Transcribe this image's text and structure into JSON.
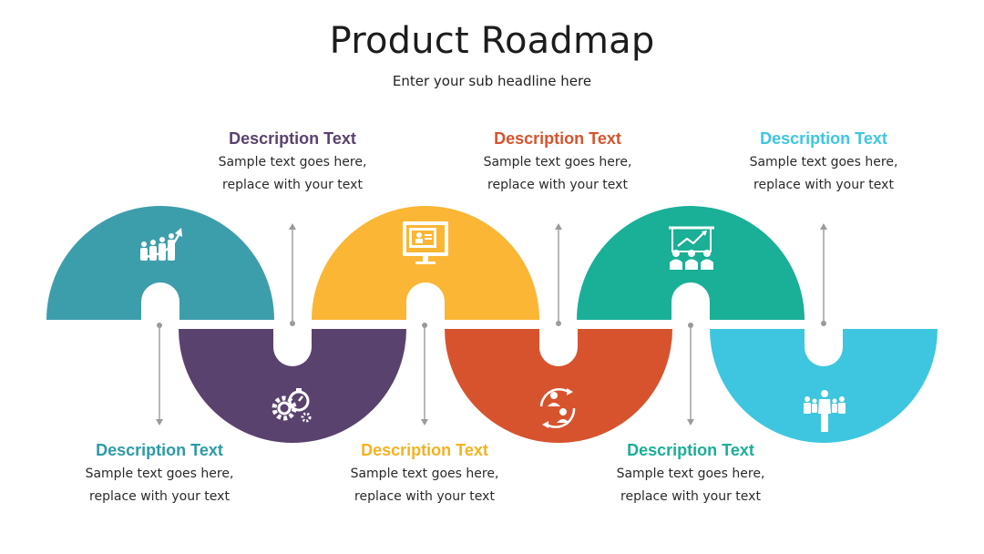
{
  "title": "Product Roadmap",
  "subtitle": "Enter your sub headline here",
  "colors": {
    "teal": "#3d9eab",
    "purple": "#5a426f",
    "yellow": "#fbb635",
    "orange": "#d7532d",
    "green": "#1aaf97",
    "cyan": "#3ec6e0",
    "line": "#9a9a9a"
  },
  "steps": [
    {
      "head": "Description Text",
      "line1": "Sample text goes here,",
      "line2": "replace with your text",
      "color": "#2d9aa7",
      "icon": "growth-chart-icon"
    },
    {
      "head": "Description Text",
      "line1": "Sample text goes here,",
      "line2": "replace with your text",
      "color": "#5a426f",
      "icon": "gears-stopwatch-icon"
    },
    {
      "head": "Description Text",
      "line1": "Sample text goes here,",
      "line2": "replace with your text",
      "color": "#f5b21f",
      "icon": "monitor-profile-icon"
    },
    {
      "head": "Description Text",
      "line1": "Sample text goes here,",
      "line2": "replace with your text",
      "color": "#d7532d",
      "icon": "user-exchange-icon"
    },
    {
      "head": "Description Text",
      "line1": "Sample text goes here,",
      "line2": "replace with your text",
      "color": "#1aaf97",
      "icon": "presentation-team-icon"
    },
    {
      "head": "Description Text",
      "line1": "Sample text goes here,",
      "line2": "replace with your text",
      "color": "#3ec6e0",
      "icon": "team-leader-icon"
    }
  ]
}
